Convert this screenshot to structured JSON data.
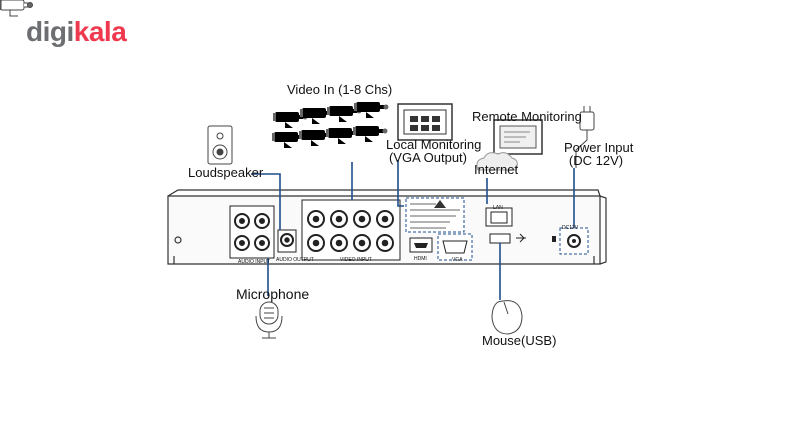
{
  "brand": {
    "part1": "digi",
    "part2": "kala",
    "color_gray": "#6d6e71",
    "color_red": "#ef394e"
  },
  "diagram": {
    "video_in": "Video In (1-8 Chs)",
    "local_monitoring_line1": "Local Monitoring",
    "local_monitoring_line2": "(VGA Output)",
    "remote_monitoring": "Remote Monitoring",
    "power_input_line1": "Power Input",
    "power_input_line2": "(DC 12V)",
    "loudspeaker": "Loudspeaker",
    "internet": "Internet",
    "microphone": "Microphone",
    "mouse": "Mouse(USB)",
    "panel": {
      "audio_input": "AUDIO INPUT",
      "audio_output": "AUDIO OUTPUT",
      "video_input": "VIDEO INPUT",
      "hdmi": "HDMI",
      "vga": "VGA",
      "lan": "LAN",
      "power": "DC12V"
    }
  },
  "colors": {
    "connector_line": "#1f4e8c",
    "outline": "#333333"
  }
}
